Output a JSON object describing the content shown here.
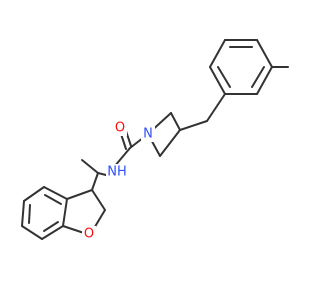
{
  "atoms": {
    "carbonyl_oxygen": {
      "symbol": "O",
      "color": "#ff0d0d"
    },
    "azetidine_nitrogen": {
      "symbol": "N",
      "color": "#3050f8"
    },
    "amide_nitrogen": {
      "symbol": "NH",
      "color": "#3050f8"
    },
    "furan_oxygen": {
      "symbol": "O",
      "color": "#ff0d0d"
    }
  },
  "colors": {
    "bond": "#333333",
    "background": "#ffffff"
  }
}
